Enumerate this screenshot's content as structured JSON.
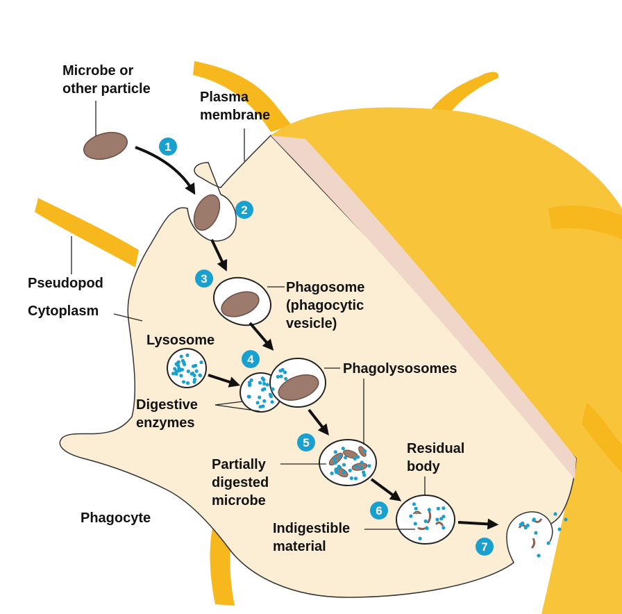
{
  "labels": {
    "microbe": [
      "Microbe or",
      "other particle"
    ],
    "plasma_membrane": [
      "Plasma",
      "membrane"
    ],
    "pseudopod": "Pseudopod",
    "cytoplasm": "Cytoplasm",
    "phagosome": [
      "Phagosome",
      "(phagocytic",
      "vesicle)"
    ],
    "lysosome": "Lysosome",
    "phagolysosomes": "Phagolysosomes",
    "digestive_enzymes": [
      "Digestive",
      "enzymes"
    ],
    "residual_body": [
      "Residual",
      "body"
    ],
    "partially_digested": [
      "Partially",
      "digested",
      "microbe"
    ],
    "indigestible": [
      "Indigestible",
      "material"
    ],
    "phagocyte": "Phagocyte"
  },
  "steps": [
    "1",
    "2",
    "3",
    "4",
    "5",
    "6",
    "7"
  ],
  "colors": {
    "cell_body": "#fbeed5",
    "cell_shadow": "#efd6c9",
    "cell_yellow": "#f8c43a",
    "pseudopod": "#f6b81c",
    "microbe": "#9c7a6c",
    "enzyme": "#1aa0cf",
    "step_badge": "#1aa0cf"
  }
}
